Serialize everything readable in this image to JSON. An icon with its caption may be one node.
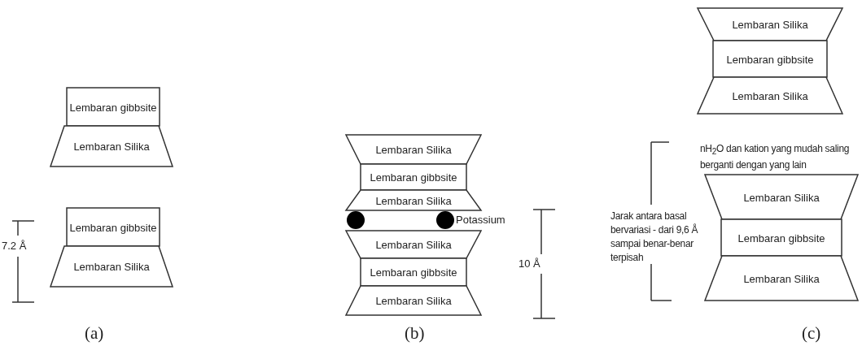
{
  "diagram": {
    "nodes": [
      {
        "text": [
          "Lembaran gibbsite"
        ]
      },
      {
        "text": [
          "Lembaran Silika"
        ]
      },
      {
        "text": [
          "Lembaran gibbsite"
        ]
      },
      {
        "text": [
          "Lembaran Silika"
        ]
      },
      {
        "text": [
          "Lembaran Silika"
        ]
      },
      {
        "text": [
          "Lembaran gibbsite"
        ]
      },
      {
        "text": [
          "Lembaran Silika"
        ]
      },
      {
        "text": [],
        "shape": "circle"
      },
      {
        "text": [],
        "shape": "circle",
        "beside": [
          "Potassium"
        ]
      },
      {
        "text": [
          "Lembaran Silika"
        ]
      },
      {
        "text": [
          "Lembaran gibbsite"
        ]
      },
      {
        "text": [
          "Lembaran Silika"
        ]
      },
      {
        "text": [
          "Lembaran Silika"
        ]
      },
      {
        "text": [
          "Lembaran gibbsite"
        ]
      },
      {
        "text": [
          "Lembaran Silika"
        ]
      },
      {
        "text": [
          "Lembaran Silika"
        ]
      },
      {
        "text": [
          "Lembaran gibbsite"
        ]
      },
      {
        "text": [
          "Lembaran Silika"
        ]
      }
    ],
    "labels": [
      "7.2 Å",
      "10 Å",
      "nH$_{2}$O dan kation yang mudah saling berganti dengan yang lain",
      "Jarak antara basal bervariasi - dari 9,6 Å sampai benar-benar terpisah",
      "(a)",
      "(b)",
      "(c)"
    ]
  }
}
